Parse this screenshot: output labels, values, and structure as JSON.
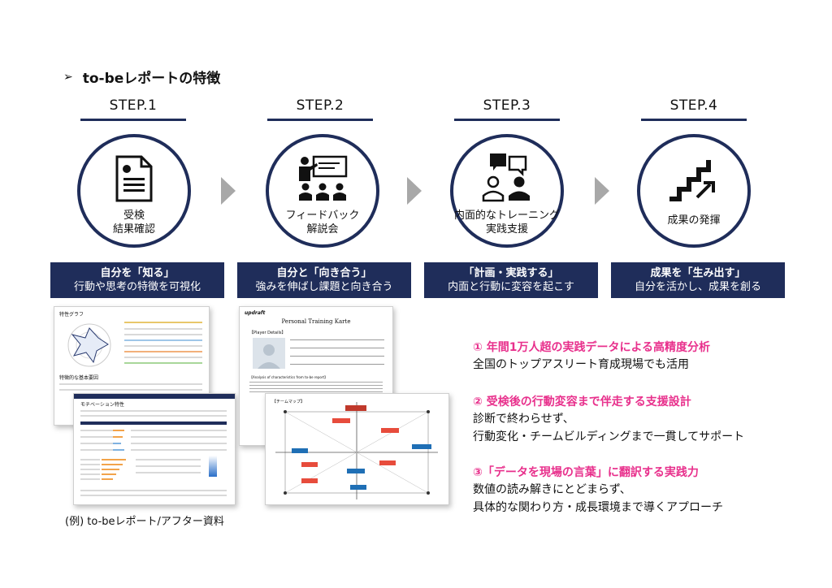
{
  "heading": {
    "text": "to-beレポートの特徴"
  },
  "steps": [
    {
      "label": "STEP.1",
      "circle_text": "受検\n結果確認",
      "bar_title": "自分を「知る」",
      "bar_sub": "行動や思考の特徴を可視化",
      "icon": "document-icon"
    },
    {
      "label": "STEP.2",
      "circle_text": "フィードバック\n解説会",
      "bar_title": "自分と「向き合う」",
      "bar_sub": "強みを伸ばし課題と向き合う",
      "icon": "presentation-icon"
    },
    {
      "label": "STEP.3",
      "circle_text": "内面的なトレーニング\n実践支援",
      "bar_title": "「計画・実践する」",
      "bar_sub": "内面と行動に変容を起こす",
      "icon": "conversation-icon"
    },
    {
      "label": "STEP.4",
      "circle_text": "成果の発揮",
      "bar_title": "成果を「生み出す」",
      "bar_sub": "自分を活かし、成果を創る",
      "icon": "stairs-growth-icon"
    }
  ],
  "documents": {
    "report_top_title": "特性グラフ",
    "report_mid_title": "特徴的な基本要因",
    "report_front_title": "モチベーション特性",
    "karte_logo": "updraft",
    "karte_title": "Personal Training Karte",
    "karte_player": "【Player Details】",
    "karte_analysis": "【Analysis of characteristics from to-be report】",
    "team_title": "【チームマップ】"
  },
  "caption": "(例) to-beレポート/アフター資料",
  "features": [
    {
      "title": "① 年間1万人超の実践データによる高精度分析",
      "desc": "全国のトップアスリート育成現場でも活用"
    },
    {
      "title": "② 受検後の行動変容まで伴走する支援設計",
      "desc": "診断で終わらせず、\n行動変化・チームビルディングまで一貫してサポート"
    },
    {
      "title": "③「データを現場の言葉」に翻訳する実践力",
      "desc": "数値の読み解きにとどまらず、\n具体的な関わり方・成長環境まで導くアプローチ"
    }
  ],
  "colors": {
    "navy": "#1f2d5a",
    "accent_pink": "#e8308c",
    "chevron_gray": "#a8a8a8"
  }
}
